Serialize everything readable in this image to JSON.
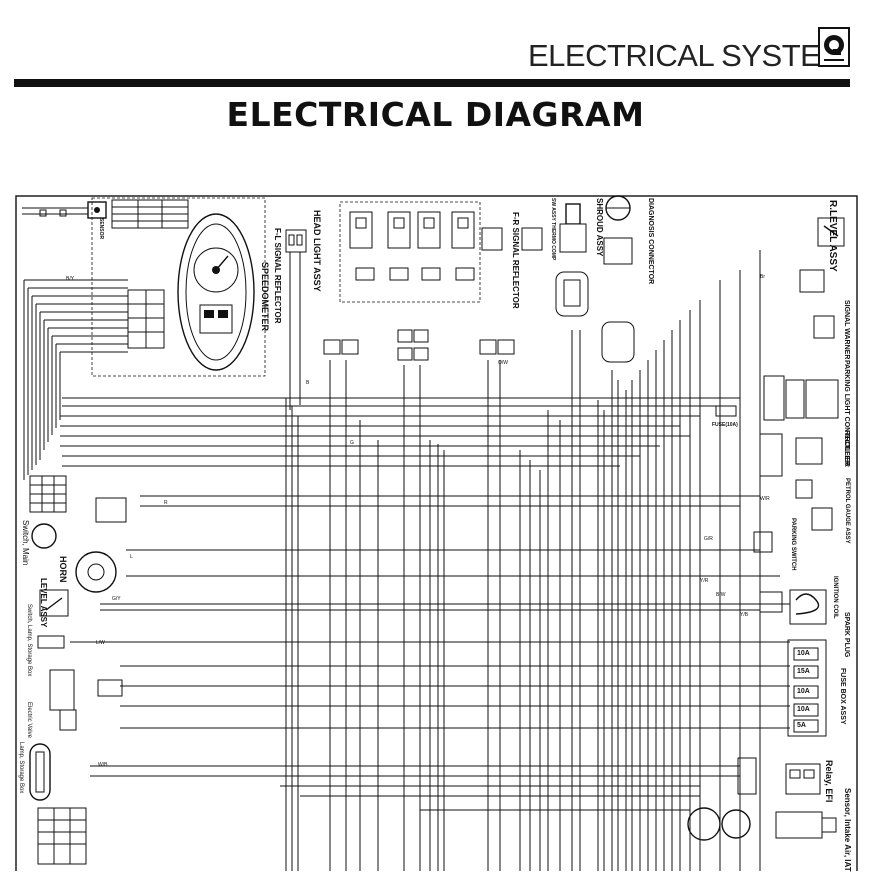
{
  "header": {
    "section_title": "ELECTRICAL SYSTEM",
    "main_title": "ELECTRICAL DIAGRAM"
  },
  "diagram": {
    "components": {
      "r_level_assy": "R.LEVEL ASSY",
      "signal_warner": "SIGNAL WARNER",
      "parking_light_controller": "PARKING LIGHT CONTROLLER",
      "rectifier": "RECTIFIER",
      "petrol_gauge_assy": "PETROL GAUGE ASSY",
      "parking_switch": "PARKING SWITCH",
      "ignition_coil": "IGNITION COIL",
      "spark_plug": "SPARK PLUG",
      "fuse_box_assy": "FUSE BOX ASSY",
      "relay_efi": "Relay, EFI",
      "sensor_intake_air": "Sensor, Intake Air, IAT",
      "diagnosis_connector": "DIAGNOSIS CONNECTOR",
      "shroud_assy": "SHROUD ASSY",
      "sw_assy_thermo_comp": "SW ASSY THERMO COMP",
      "fr_signal_reflector": "F-R SIGNAL REFLECTOR",
      "head_light_assy": "HEAD LIGHT ASSY",
      "fl_signal_reflector": "F-L SIGNAL REFLECTOR",
      "speedometer": "SPEEDOMETER",
      "sensor": "SENSOR",
      "switch_main": "Switch, Main",
      "horn": "HORN",
      "level_assy": "LEVEL ASSY",
      "switch_lamp_storage_box": "Switch, Lamp, Storage Box",
      "electric_valve": "Electric Valve",
      "lamp_storage_box": "Lamp, Storage Box",
      "fuse_10a": "FUSE(10A)"
    },
    "fuses": [
      "10A",
      "15A",
      "10A",
      "10A",
      "5A"
    ],
    "wire_codes": [
      "B",
      "G",
      "Y/R",
      "B/W",
      "G/Y",
      "L/W",
      "W/B",
      "R",
      "Y/B",
      "Br",
      "G/R",
      "L",
      "O/W",
      "B/Y",
      "W/R"
    ]
  }
}
